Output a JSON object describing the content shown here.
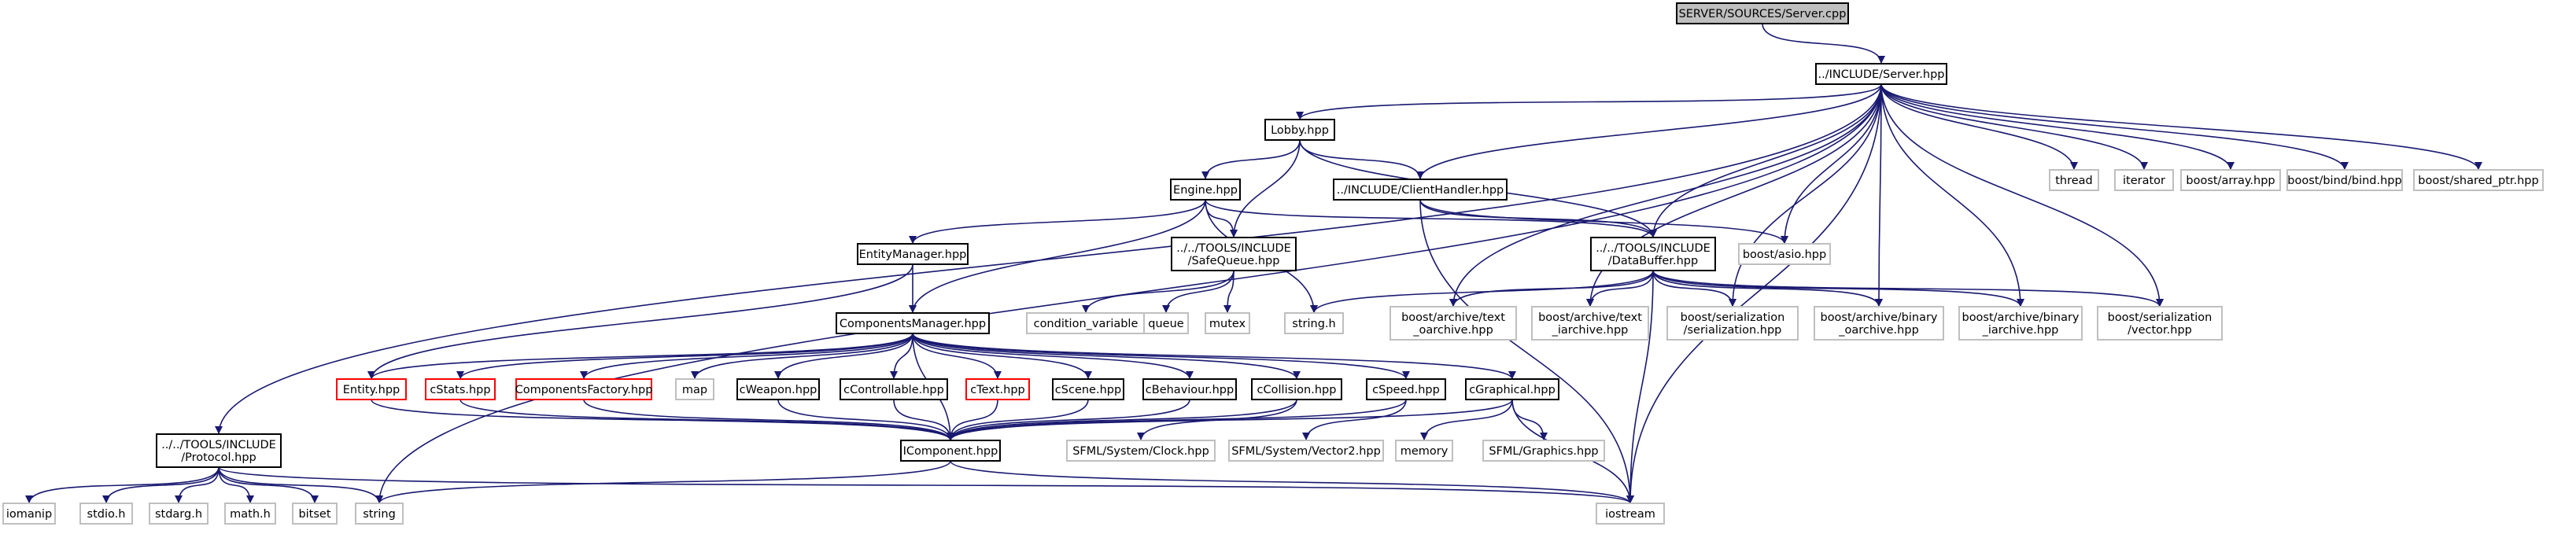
{
  "colors": {
    "edge": "#191970",
    "border_black": "#000000",
    "border_grey": "#bfbfbf",
    "border_red": "#ff0000",
    "fill_root": "#bfbfbf",
    "fill_default": "#ffffff"
  },
  "nodes": [
    {
      "id": "server_cpp",
      "lines": [
        "SERVER/SOURCES/Server.cpp"
      ],
      "style": "root"
    },
    {
      "id": "include_server_hpp",
      "lines": [
        "../INCLUDE/Server.hpp"
      ],
      "style": "black"
    },
    {
      "id": "lobby_hpp",
      "lines": [
        "Lobby.hpp"
      ],
      "style": "black"
    },
    {
      "id": "thread",
      "lines": [
        "thread"
      ],
      "style": "grey"
    },
    {
      "id": "iterator",
      "lines": [
        "iterator"
      ],
      "style": "grey"
    },
    {
      "id": "boost_array",
      "lines": [
        "boost/array.hpp"
      ],
      "style": "grey"
    },
    {
      "id": "boost_bind",
      "lines": [
        "boost/bind/bind.hpp"
      ],
      "style": "grey"
    },
    {
      "id": "boost_shared_ptr",
      "lines": [
        "boost/shared_ptr.hpp"
      ],
      "style": "grey"
    },
    {
      "id": "engine_hpp",
      "lines": [
        "Engine.hpp"
      ],
      "style": "black"
    },
    {
      "id": "client_handler_hpp",
      "lines": [
        "../INCLUDE/ClientHandler.hpp"
      ],
      "style": "black"
    },
    {
      "id": "entity_manager_hpp",
      "lines": [
        "EntityManager.hpp"
      ],
      "style": "black"
    },
    {
      "id": "safe_queue_hpp",
      "lines": [
        "../../TOOLS/INCLUDE",
        "/SafeQueue.hpp"
      ],
      "style": "black"
    },
    {
      "id": "data_buffer_hpp",
      "lines": [
        "../../TOOLS/INCLUDE",
        "/DataBuffer.hpp"
      ],
      "style": "black"
    },
    {
      "id": "boost_asio",
      "lines": [
        "boost/asio.hpp"
      ],
      "style": "grey"
    },
    {
      "id": "components_manager_hpp",
      "lines": [
        "ComponentsManager.hpp"
      ],
      "style": "black"
    },
    {
      "id": "condition_variable",
      "lines": [
        "condition_variable"
      ],
      "style": "grey"
    },
    {
      "id": "queue",
      "lines": [
        "queue"
      ],
      "style": "grey"
    },
    {
      "id": "mutex",
      "lines": [
        "mutex"
      ],
      "style": "grey"
    },
    {
      "id": "string_h",
      "lines": [
        "string.h"
      ],
      "style": "grey"
    },
    {
      "id": "boost_text_oarchive",
      "lines": [
        "boost/archive/text",
        "_oarchive.hpp"
      ],
      "style": "grey"
    },
    {
      "id": "boost_text_iarchive",
      "lines": [
        "boost/archive/text",
        "_iarchive.hpp"
      ],
      "style": "grey"
    },
    {
      "id": "boost_serialization",
      "lines": [
        "boost/serialization",
        "/serialization.hpp"
      ],
      "style": "grey"
    },
    {
      "id": "boost_binary_oarchive",
      "lines": [
        "boost/archive/binary",
        "_oarchive.hpp"
      ],
      "style": "grey"
    },
    {
      "id": "boost_binary_iarchive",
      "lines": [
        "boost/archive/binary",
        "_iarchive.hpp"
      ],
      "style": "grey"
    },
    {
      "id": "boost_ser_vector",
      "lines": [
        "boost/serialization",
        "/vector.hpp"
      ],
      "style": "grey"
    },
    {
      "id": "entity_hpp",
      "lines": [
        "Entity.hpp"
      ],
      "style": "red"
    },
    {
      "id": "cstats_hpp",
      "lines": [
        "cStats.hpp"
      ],
      "style": "red"
    },
    {
      "id": "components_factory_hpp",
      "lines": [
        "ComponentsFactory.hpp"
      ],
      "style": "red"
    },
    {
      "id": "map",
      "lines": [
        "map"
      ],
      "style": "grey"
    },
    {
      "id": "cweapon_hpp",
      "lines": [
        "cWeapon.hpp"
      ],
      "style": "black"
    },
    {
      "id": "ccontrollable_hpp",
      "lines": [
        "cControllable.hpp"
      ],
      "style": "black"
    },
    {
      "id": "ctext_hpp",
      "lines": [
        "cText.hpp"
      ],
      "style": "red"
    },
    {
      "id": "cscene_hpp",
      "lines": [
        "cScene.hpp"
      ],
      "style": "black"
    },
    {
      "id": "cbehaviour_hpp",
      "lines": [
        "cBehaviour.hpp"
      ],
      "style": "black"
    },
    {
      "id": "ccollision_hpp",
      "lines": [
        "cCollision.hpp"
      ],
      "style": "black"
    },
    {
      "id": "cspeed_hpp",
      "lines": [
        "cSpeed.hpp"
      ],
      "style": "black"
    },
    {
      "id": "cgraphical_hpp",
      "lines": [
        "cGraphical.hpp"
      ],
      "style": "black"
    },
    {
      "id": "protocol_hpp",
      "lines": [
        "../../TOOLS/INCLUDE",
        "/Protocol.hpp"
      ],
      "style": "black"
    },
    {
      "id": "icomponent_hpp",
      "lines": [
        "IComponent.hpp"
      ],
      "style": "black"
    },
    {
      "id": "sfml_clock",
      "lines": [
        "SFML/System/Clock.hpp"
      ],
      "style": "grey"
    },
    {
      "id": "sfml_vector2",
      "lines": [
        "SFML/System/Vector2.hpp"
      ],
      "style": "grey"
    },
    {
      "id": "memory",
      "lines": [
        "memory"
      ],
      "style": "grey"
    },
    {
      "id": "sfml_graphics",
      "lines": [
        "SFML/Graphics.hpp"
      ],
      "style": "grey"
    },
    {
      "id": "iomanip",
      "lines": [
        "iomanip"
      ],
      "style": "grey"
    },
    {
      "id": "stdio_h",
      "lines": [
        "stdio.h"
      ],
      "style": "grey"
    },
    {
      "id": "stdarg_h",
      "lines": [
        "stdarg.h"
      ],
      "style": "grey"
    },
    {
      "id": "math_h",
      "lines": [
        "math.h"
      ],
      "style": "grey"
    },
    {
      "id": "bitset",
      "lines": [
        "bitset"
      ],
      "style": "grey"
    },
    {
      "id": "string",
      "lines": [
        "string"
      ],
      "style": "grey"
    },
    {
      "id": "iostream",
      "lines": [
        "iostream"
      ],
      "style": "grey"
    }
  ],
  "edges": [
    [
      "server_cpp",
      "include_server_hpp"
    ],
    [
      "include_server_hpp",
      "lobby_hpp"
    ],
    [
      "include_server_hpp",
      "client_handler_hpp"
    ],
    [
      "include_server_hpp",
      "data_buffer_hpp"
    ],
    [
      "include_server_hpp",
      "protocol_hpp"
    ],
    [
      "include_server_hpp",
      "thread"
    ],
    [
      "include_server_hpp",
      "iterator"
    ],
    [
      "include_server_hpp",
      "boost_array"
    ],
    [
      "include_server_hpp",
      "boost_bind"
    ],
    [
      "include_server_hpp",
      "boost_shared_ptr"
    ],
    [
      "include_server_hpp",
      "boost_asio"
    ],
    [
      "include_server_hpp",
      "boost_text_oarchive"
    ],
    [
      "include_server_hpp",
      "boost_text_iarchive"
    ],
    [
      "include_server_hpp",
      "boost_serialization"
    ],
    [
      "include_server_hpp",
      "boost_binary_oarchive"
    ],
    [
      "include_server_hpp",
      "boost_binary_iarchive"
    ],
    [
      "include_server_hpp",
      "boost_ser_vector"
    ],
    [
      "include_server_hpp",
      "string"
    ],
    [
      "include_server_hpp",
      "iostream"
    ],
    [
      "lobby_hpp",
      "engine_hpp"
    ],
    [
      "lobby_hpp",
      "client_handler_hpp"
    ],
    [
      "lobby_hpp",
      "safe_queue_hpp"
    ],
    [
      "lobby_hpp",
      "data_buffer_hpp"
    ],
    [
      "engine_hpp",
      "entity_manager_hpp"
    ],
    [
      "engine_hpp",
      "components_manager_hpp"
    ],
    [
      "engine_hpp",
      "safe_queue_hpp"
    ],
    [
      "engine_hpp",
      "data_buffer_hpp"
    ],
    [
      "engine_hpp",
      "string_h"
    ],
    [
      "client_handler_hpp",
      "data_buffer_hpp"
    ],
    [
      "client_handler_hpp",
      "boost_asio"
    ],
    [
      "client_handler_hpp",
      "iostream"
    ],
    [
      "entity_manager_hpp",
      "components_manager_hpp"
    ],
    [
      "entity_manager_hpp",
      "entity_hpp"
    ],
    [
      "safe_queue_hpp",
      "condition_variable"
    ],
    [
      "safe_queue_hpp",
      "queue"
    ],
    [
      "safe_queue_hpp",
      "mutex"
    ],
    [
      "data_buffer_hpp",
      "string_h"
    ],
    [
      "data_buffer_hpp",
      "boost_text_oarchive"
    ],
    [
      "data_buffer_hpp",
      "boost_text_iarchive"
    ],
    [
      "data_buffer_hpp",
      "boost_serialization"
    ],
    [
      "data_buffer_hpp",
      "boost_binary_oarchive"
    ],
    [
      "data_buffer_hpp",
      "boost_binary_iarchive"
    ],
    [
      "data_buffer_hpp",
      "boost_ser_vector"
    ],
    [
      "data_buffer_hpp",
      "iostream"
    ],
    [
      "components_manager_hpp",
      "entity_hpp"
    ],
    [
      "components_manager_hpp",
      "cstats_hpp"
    ],
    [
      "components_manager_hpp",
      "components_factory_hpp"
    ],
    [
      "components_manager_hpp",
      "map"
    ],
    [
      "components_manager_hpp",
      "cweapon_hpp"
    ],
    [
      "components_manager_hpp",
      "ccontrollable_hpp"
    ],
    [
      "components_manager_hpp",
      "ctext_hpp"
    ],
    [
      "components_manager_hpp",
      "cscene_hpp"
    ],
    [
      "components_manager_hpp",
      "cbehaviour_hpp"
    ],
    [
      "components_manager_hpp",
      "ccollision_hpp"
    ],
    [
      "components_manager_hpp",
      "cspeed_hpp"
    ],
    [
      "components_manager_hpp",
      "cgraphical_hpp"
    ],
    [
      "components_manager_hpp",
      "icomponent_hpp"
    ],
    [
      "entity_hpp",
      "icomponent_hpp"
    ],
    [
      "cstats_hpp",
      "icomponent_hpp"
    ],
    [
      "components_factory_hpp",
      "icomponent_hpp"
    ],
    [
      "cweapon_hpp",
      "icomponent_hpp"
    ],
    [
      "ccontrollable_hpp",
      "icomponent_hpp"
    ],
    [
      "ctext_hpp",
      "icomponent_hpp"
    ],
    [
      "cscene_hpp",
      "icomponent_hpp"
    ],
    [
      "cbehaviour_hpp",
      "icomponent_hpp"
    ],
    [
      "ccollision_hpp",
      "icomponent_hpp"
    ],
    [
      "ccollision_hpp",
      "sfml_clock"
    ],
    [
      "cspeed_hpp",
      "icomponent_hpp"
    ],
    [
      "cspeed_hpp",
      "sfml_vector2"
    ],
    [
      "cgraphical_hpp",
      "icomponent_hpp"
    ],
    [
      "cgraphical_hpp",
      "memory"
    ],
    [
      "cgraphical_hpp",
      "sfml_graphics"
    ],
    [
      "cgraphical_hpp",
      "iostream"
    ],
    [
      "icomponent_hpp",
      "string"
    ],
    [
      "icomponent_hpp",
      "iostream"
    ],
    [
      "protocol_hpp",
      "iomanip"
    ],
    [
      "protocol_hpp",
      "stdio_h"
    ],
    [
      "protocol_hpp",
      "stdarg_h"
    ],
    [
      "protocol_hpp",
      "math_h"
    ],
    [
      "protocol_hpp",
      "bitset"
    ],
    [
      "protocol_hpp",
      "string"
    ],
    [
      "protocol_hpp",
      "iostream"
    ]
  ]
}
